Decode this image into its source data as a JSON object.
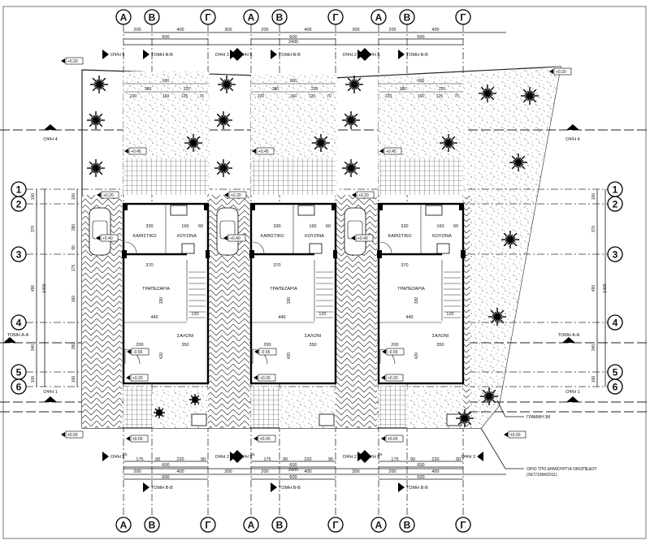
{
  "drawing": {
    "column_labels": [
      "Α",
      "Β",
      "Γ"
    ],
    "row_labels": [
      "1",
      "2",
      "3",
      "4",
      "5",
      "6"
    ],
    "top_dims": {
      "a_b": "200",
      "b_g": "400",
      "gap": "300",
      "house": "600",
      "total": "2400"
    },
    "bottom_dims": {
      "small": "25",
      "d1": "175",
      "d2": "90",
      "d3": "220",
      "d4": "90"
    },
    "markers": {
      "view_5": "ΟΨΗ 5",
      "view_2": "ΟΨΗ 2",
      "view_3": "ΟΨΗ 3",
      "view_4": "ΟΨΗ 4",
      "view_1": "ΟΨΗ 1",
      "section_bb": "ΤΟΜΗ Β-Β",
      "section_aa": "ΤΟΜΗ Α-Α"
    },
    "levels": {
      "top_left": "+0.20",
      "top_right": "+0.20",
      "bottom_right": "±0.00",
      "bottom_house": "±0.00",
      "garden": "+0.45",
      "parking": "+0.40",
      "entry": "-0.55",
      "porch": "+0.20"
    },
    "rooms": {
      "living": "ΚΑΘΙΣΤΙΚΟ",
      "kitchen": "ΚΟΥΖΙΝΑ",
      "dining": "ΤΡΑΠΕΖΑΡΙΑ",
      "salon": "ΣΑΛΟΝΙ"
    },
    "room_dims": {
      "living_w": "330",
      "kitchen_w": "160",
      "side": "60",
      "dining_w": "370",
      "dining_d": "440",
      "entry_w": "200",
      "salon_w": "350",
      "depth": "330",
      "depth2": "420",
      "stair": "120"
    },
    "garden_dims": {
      "total": "600",
      "a": "380",
      "b": "220",
      "c": "220",
      "d": "160",
      "e": "125",
      "f": "70"
    },
    "left_dims": {
      "r12": "100",
      "r23": "370",
      "r34": "490",
      "r45": "340",
      "r56": "100",
      "total": "1400",
      "s1": "280",
      "s2": "90",
      "s3": "175",
      "s4": "160",
      "s5": "350"
    },
    "annotations": {
      "line_3m": "ΓΡΑΜΜΗ 3Μ",
      "boundary": "ΟΡΙΟ ΤΠΟ ΔΗΜΙΟΥΡΓΙΑ ΟΙΚΟΠΕΔΟΥ",
      "boundary_ref": "(ΛΕΤ/1084/2011)"
    }
  }
}
